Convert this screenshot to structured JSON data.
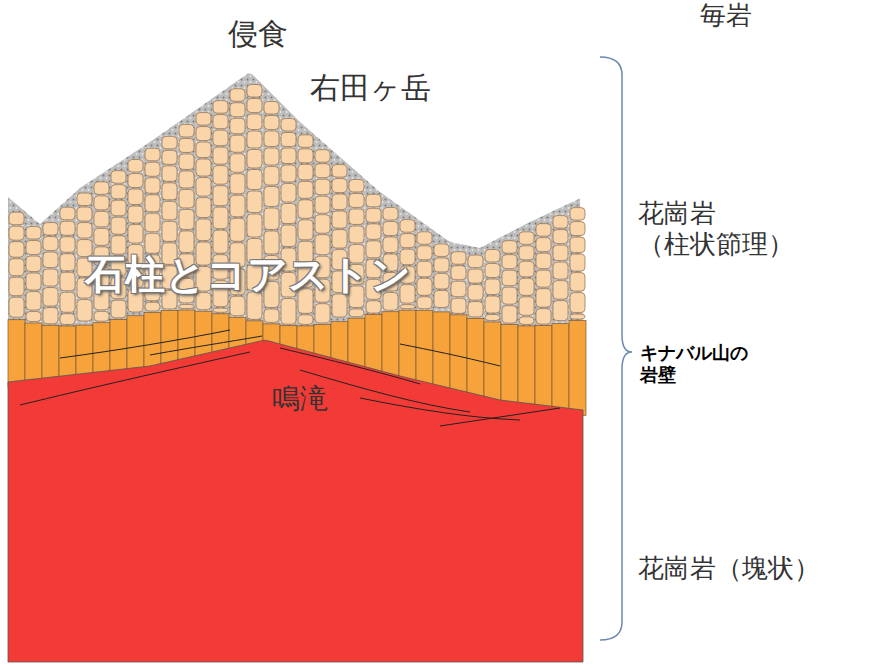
{
  "diagram": {
    "labels": [
      "侵食",
      "毎岩",
      "右田ヶ岳",
      "石柱とコアストン",
      "鳴滝",
      "花崗岩 （柱状節理）",
      "キナバル山の 岩壁",
      "花崗岩（塊状）"
    ]
  }
}
